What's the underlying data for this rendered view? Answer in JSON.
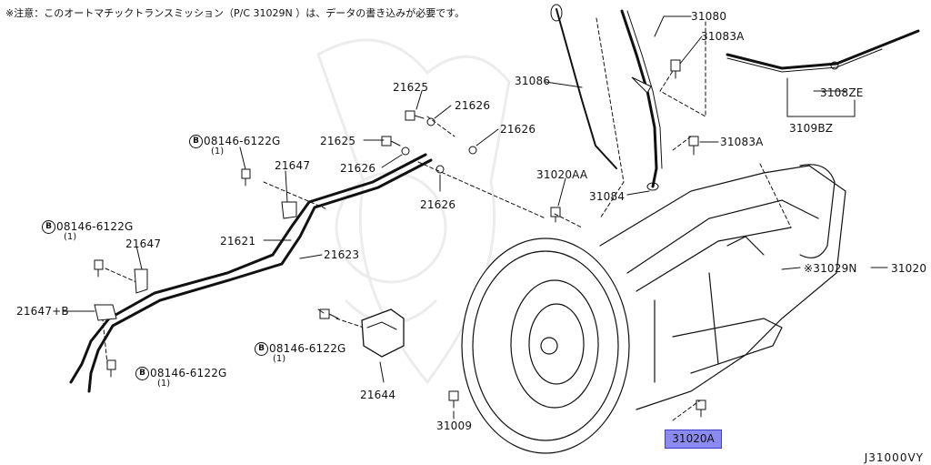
{
  "note": "※注意：このオートマチックトランスミッション（P/C 31029N ）は、データの書き込みが必要です。",
  "labels": {
    "p31080": "31080",
    "p31083A_top": "31083A",
    "p31086": "31086",
    "p3108ZE": "3108ZE",
    "p3109BZ": "3109BZ",
    "p31083A_mid": "31083A",
    "p21625_top": "21625",
    "p21626_a": "21626",
    "p21626_b": "21626",
    "p21625_mid": "21625",
    "p21626_c": "21626",
    "p21626_d": "21626",
    "p31020AA": "31020AA",
    "p31084": "31084",
    "p21647_a": "21647",
    "p21647_b": "21647",
    "p21621": "21621",
    "p21623": "21623",
    "p21647B": "21647+B",
    "p31029N": "※31029N",
    "p31020": "31020",
    "p21644": "21644",
    "p31009": "31009",
    "p31020A": "31020A",
    "bolt_a": "08146-6122G",
    "bolt_b": "08146-6122G",
    "bolt_c": "08146-6122G",
    "bolt_d": "08146-6122G",
    "qty": "(1)",
    "b_mark": "B"
  },
  "drawing_code": "J31000VY"
}
